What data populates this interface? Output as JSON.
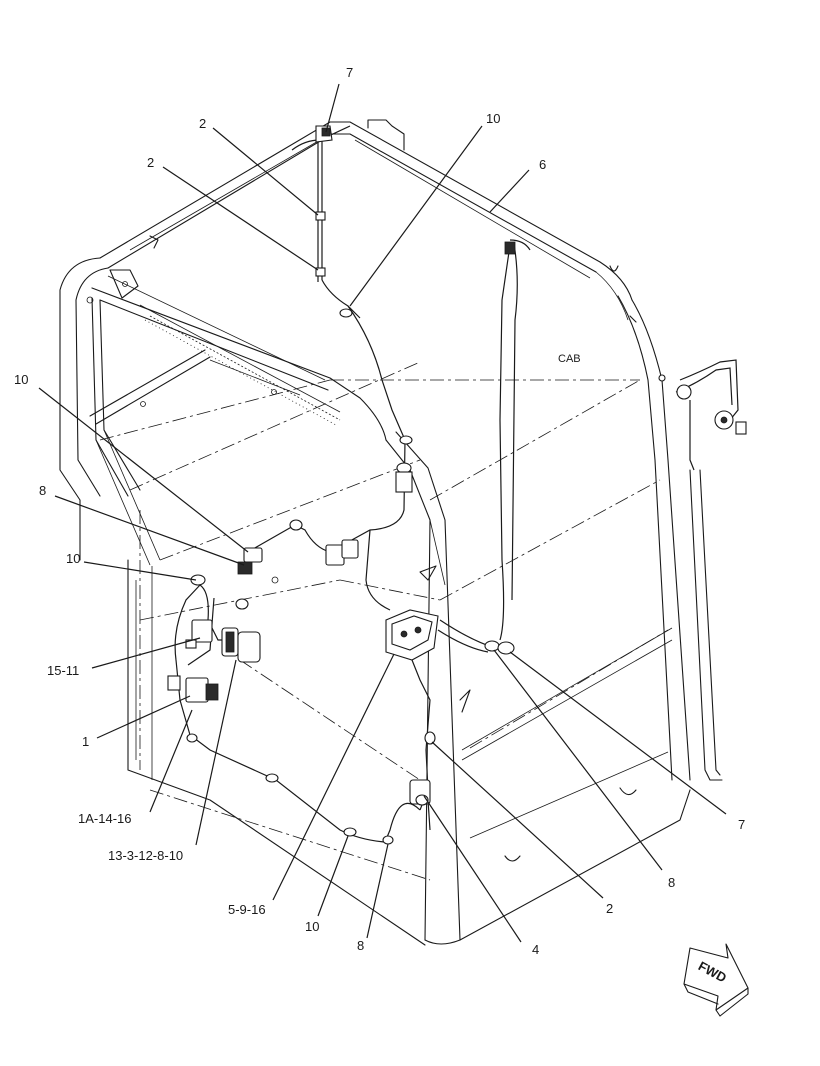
{
  "drawing": {
    "cab_label": "CAB",
    "fwd_label": "FWD",
    "callouts": [
      {
        "id": "c1",
        "text": "7"
      },
      {
        "id": "c2",
        "text": "2"
      },
      {
        "id": "c3",
        "text": "10"
      },
      {
        "id": "c4",
        "text": "2"
      },
      {
        "id": "c5",
        "text": "6"
      },
      {
        "id": "c6",
        "text": "10"
      },
      {
        "id": "c7",
        "text": "8"
      },
      {
        "id": "c8",
        "text": "10"
      },
      {
        "id": "c9",
        "text": "15-11"
      },
      {
        "id": "c10",
        "text": "1"
      },
      {
        "id": "c11",
        "text": "1A-14-16"
      },
      {
        "id": "c12",
        "text": "13-3-12-8-10"
      },
      {
        "id": "c13",
        "text": "5-9-16"
      },
      {
        "id": "c14",
        "text": "10"
      },
      {
        "id": "c15",
        "text": "8"
      },
      {
        "id": "c16",
        "text": "4"
      },
      {
        "id": "c17",
        "text": "2"
      },
      {
        "id": "c18",
        "text": "8"
      },
      {
        "id": "c19",
        "text": "7"
      }
    ]
  }
}
